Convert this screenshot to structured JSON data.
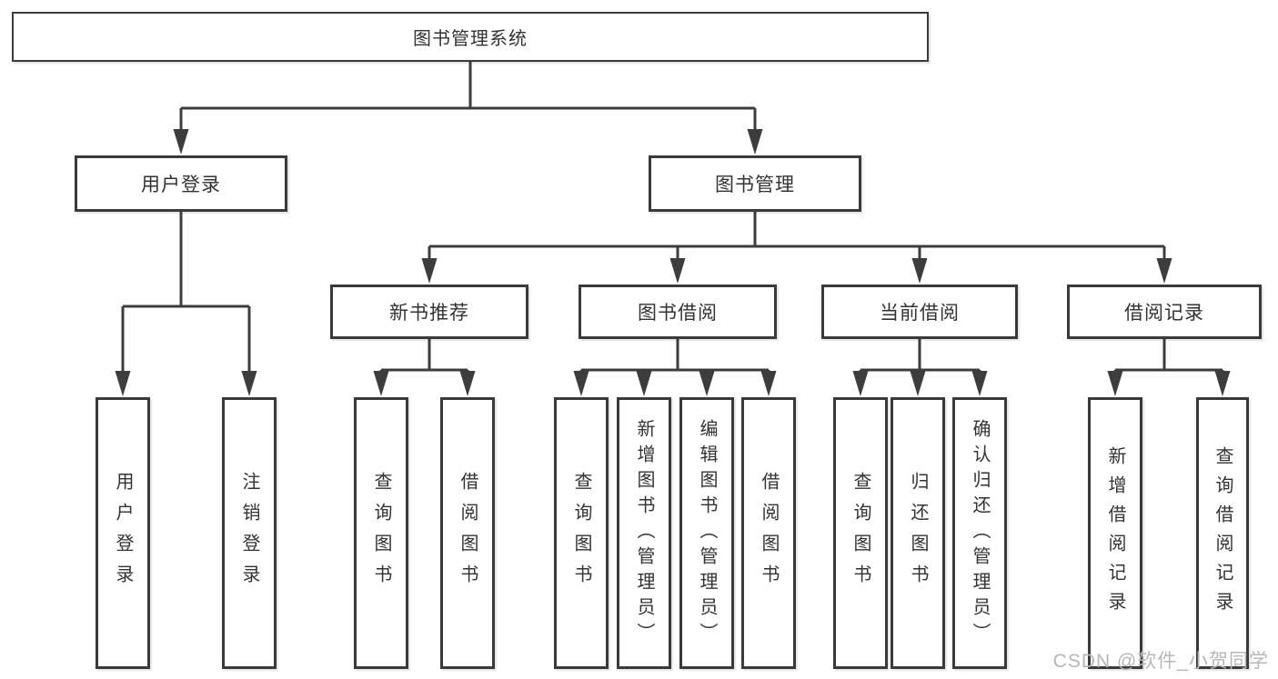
{
  "title": "图书管理系统",
  "nodes": {
    "root": {
      "label": "图书管理系统"
    },
    "user_login": {
      "label": "用户登录"
    },
    "book_mgmt": {
      "label": "图书管理"
    },
    "new_book_rec": {
      "label": "新书推荐"
    },
    "book_borrow": {
      "label": "图书借阅"
    },
    "current_borrow": {
      "label": "当前借阅"
    },
    "borrow_record": {
      "label": "借阅记录"
    },
    "ul_login": {
      "label": "用户登录"
    },
    "ul_logout": {
      "label": "注销登录"
    },
    "nr_query": {
      "label": "查询图书"
    },
    "nr_borrow": {
      "label": "借阅图书"
    },
    "bb_query": {
      "label": "查询图书"
    },
    "bb_add": {
      "label": "新增图书（管理员）"
    },
    "bb_edit": {
      "label": "编辑图书（管理员）"
    },
    "bb_borrow": {
      "label": "借阅图书"
    },
    "cb_query": {
      "label": "查询图书"
    },
    "cb_return": {
      "label": "归还图书"
    },
    "cb_confirm": {
      "label": "确认归还（管理员）"
    },
    "br_add": {
      "label": "新增借阅记录"
    },
    "br_query": {
      "label": "查询借阅记录"
    }
  },
  "hierarchy": {
    "图书管理系统": {
      "用户登录": [
        "用户登录",
        "注销登录"
      ],
      "图书管理": {
        "新书推荐": [
          "查询图书",
          "借阅图书"
        ],
        "图书借阅": [
          "查询图书",
          "新增图书（管理员）",
          "编辑图书（管理员）",
          "借阅图书"
        ],
        "当前借阅": [
          "查询图书",
          "归还图书",
          "确认归还（管理员）"
        ],
        "借阅记录": [
          "新增借阅记录",
          "查询借阅记录"
        ]
      }
    }
  },
  "watermark": {
    "text": "CSDN @软件_小贺同学"
  },
  "colors": {
    "line": "#3d3d3d",
    "border": "#3a3a3a",
    "text": "#333333",
    "watermark": "#b7b7b7",
    "background": "#ffffff"
  }
}
